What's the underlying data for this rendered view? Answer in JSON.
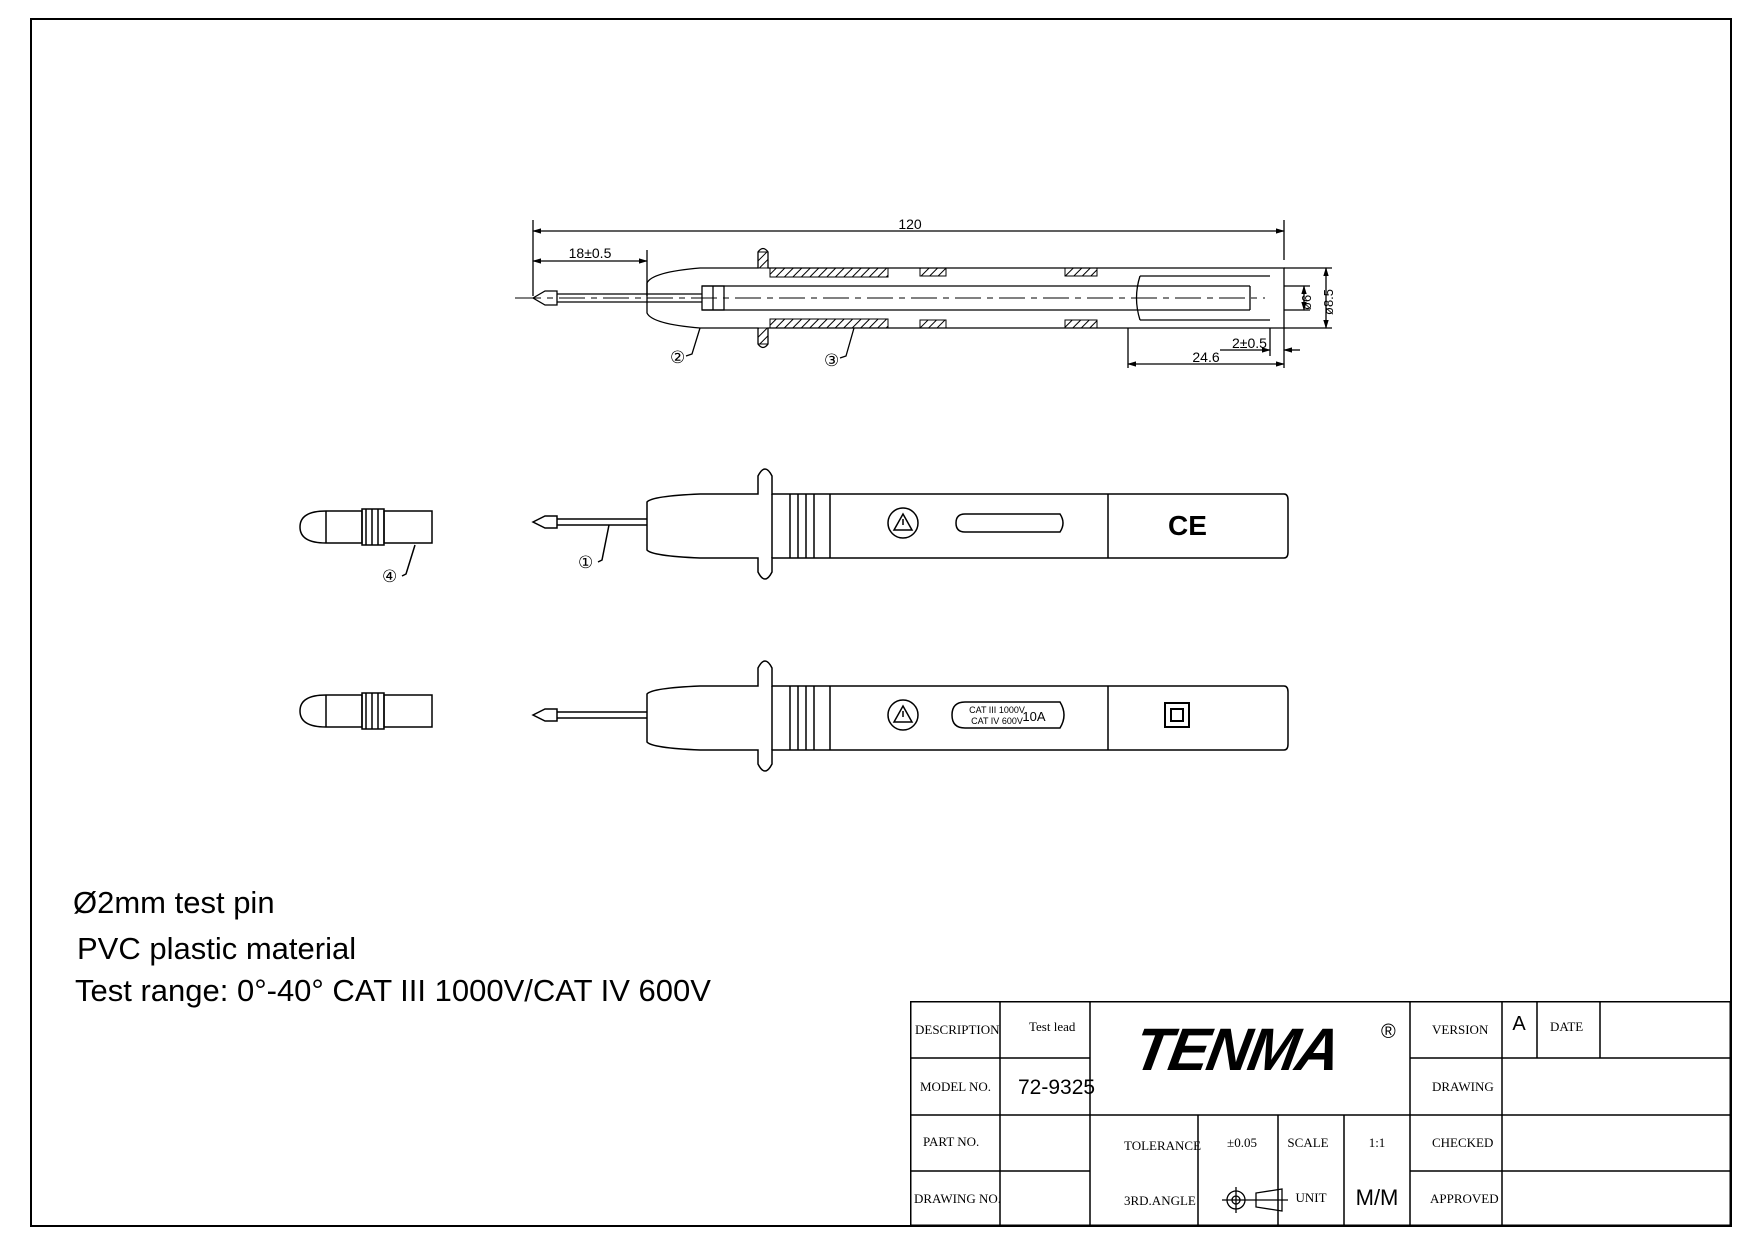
{
  "drawing": {
    "dims": {
      "overall_length": "120",
      "tip_length": "18±0.5",
      "inner_diameter": "ø6",
      "outer_diameter": "ø8.5",
      "end_gap": "2±0.5",
      "end_length": "24.6"
    },
    "callouts": {
      "c1": "①",
      "c2": "②",
      "c3": "③",
      "c4": "④"
    },
    "markings": {
      "ce_mark": "CE",
      "cat_iii": "CAT III 1000V",
      "cat_iv": "CAT IV 600V",
      "current": "10A"
    }
  },
  "notes": {
    "line1": "Ø2mm test pin",
    "line2": "PVC plastic material",
    "line3": "Test range:   0°-40° CAT III 1000V/CAT IV 600V"
  },
  "title_block": {
    "description_label": "DESCRIPTION",
    "description_value": "Test lead",
    "model_label": "MODEL  NO.",
    "model_value": "72-9325",
    "part_label": "PART  NO.",
    "drawing_no_label": "DRAWING NO.",
    "logo_text": "TENMA",
    "logo_mark": "®",
    "tolerance_label": "TOLERANCE",
    "tolerance_value": "±0.05",
    "scale_label": "SCALE",
    "scale_value": "1:1",
    "angle_label": "3RD.ANGLE",
    "unit_label": "UNIT",
    "unit_value": "M/M",
    "version_label": "VERSION",
    "version_value": "A",
    "date_label": "DATE",
    "drawing_label": "DRAWING",
    "checked_label": "CHECKED",
    "approved_label": "APPROVED"
  }
}
